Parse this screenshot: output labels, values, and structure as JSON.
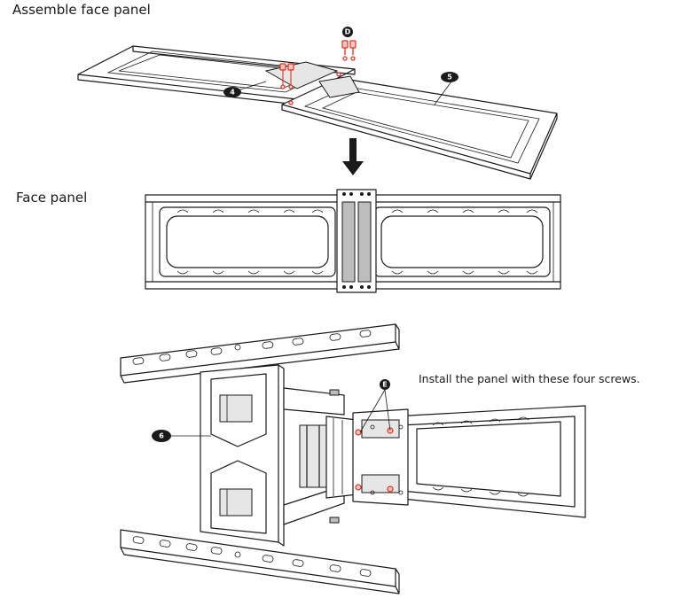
{
  "titles": {
    "assemble": "Assemble face panel",
    "face_panel": "Face panel",
    "install_note": "Install the panel with these four screws."
  },
  "callouts": {
    "part_4": "4",
    "part_5": "5",
    "part_6": "6",
    "screw_d": "D",
    "screw_e": "E"
  },
  "colors": {
    "line": "#1a1a1a",
    "screw_highlight": "#e0301e"
  }
}
